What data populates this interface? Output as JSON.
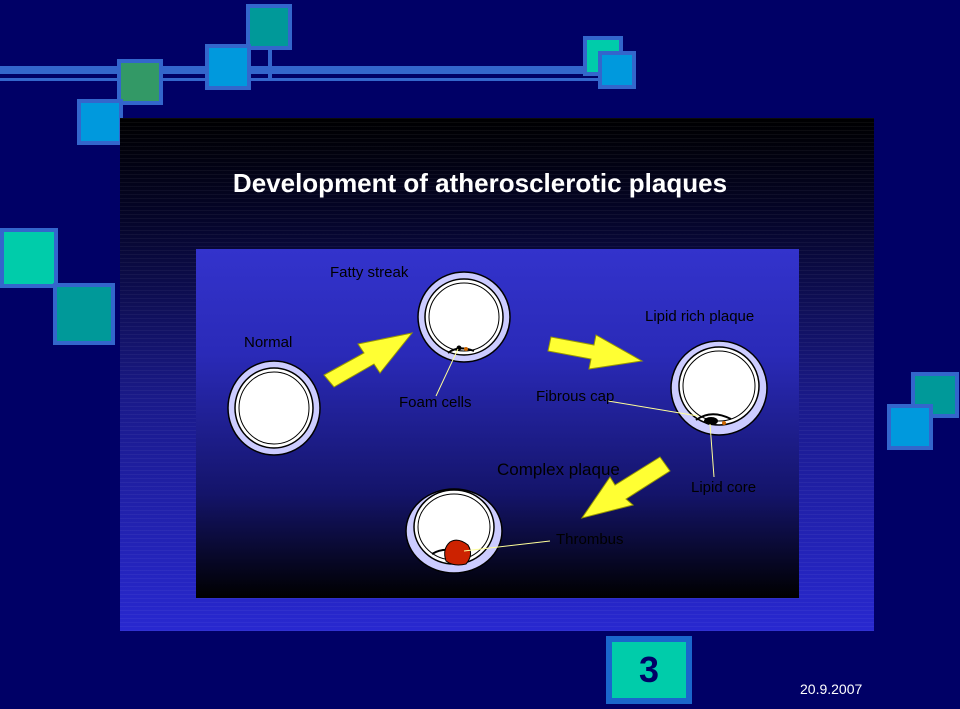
{
  "slide": {
    "title": "Development of atherosclerotic plaques",
    "number": "3",
    "date": "20.9.2007"
  },
  "diagram": {
    "labels": {
      "normal": "Normal",
      "fatty_streak": "Fatty streak",
      "lipid_rich_plaque": "Lipid rich plaque",
      "foam_cells": "Foam cells",
      "fibrous_cap": "Fibrous cap",
      "complex_plaque": "Complex plaque",
      "lipid_core": "Lipid core",
      "thrombus": "Thrombus"
    },
    "stages": [
      "normal-artery",
      "fatty-streak-artery",
      "lipid-rich-plaque-artery",
      "complex-plaque-artery"
    ],
    "arrow_color": "#ffff33",
    "vessel_wall_color": "#ccccff",
    "thrombus_color": "#cc2200"
  },
  "colors": {
    "background": "#000066",
    "square_teal": "#00ccaa",
    "square_dark_teal": "#009999",
    "square_blue": "#0099dd",
    "square_green": "#339966",
    "line_blue": "#3366cc"
  }
}
